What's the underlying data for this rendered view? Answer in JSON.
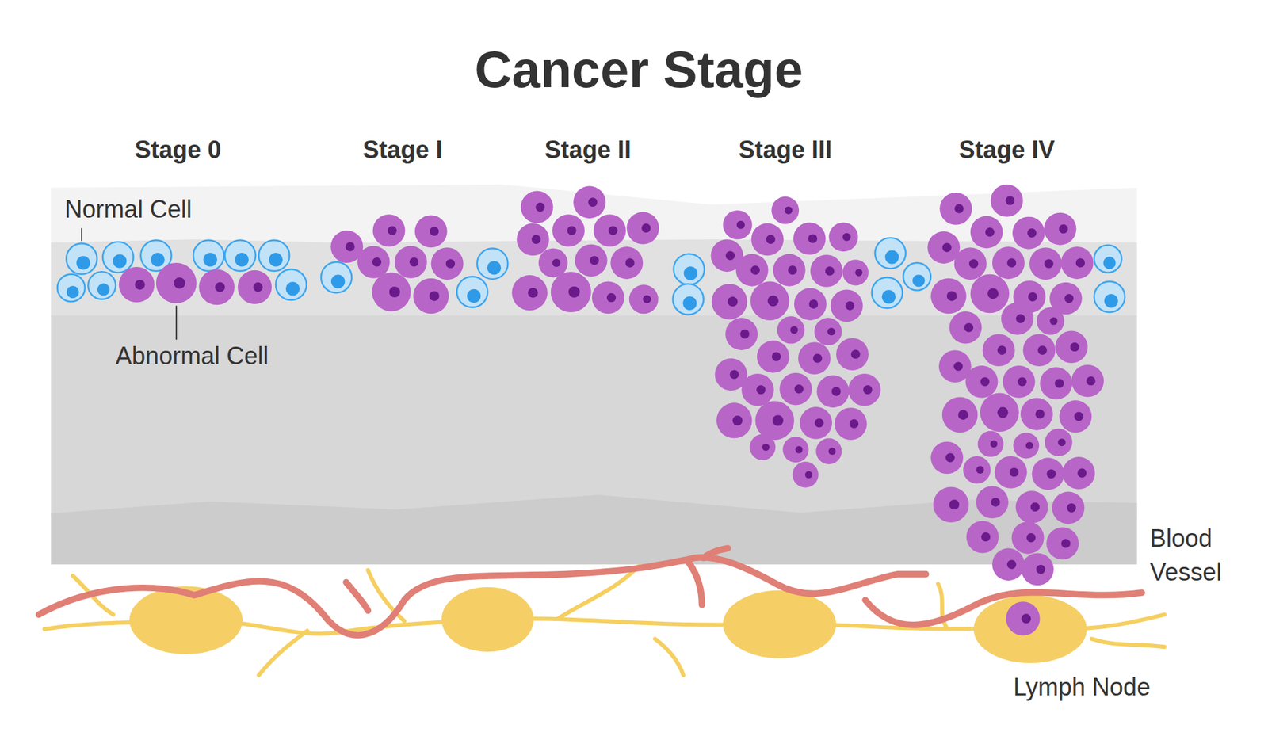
{
  "diagram": {
    "title": "Cancer Stage",
    "labels": [
      "Stage 0",
      "Stage I",
      "Stage II",
      "Stage III",
      "Stage IV",
      "Normal Cell",
      "Abnormal Cell",
      "Blood Vessel",
      "Lymph Node"
    ]
  }
}
